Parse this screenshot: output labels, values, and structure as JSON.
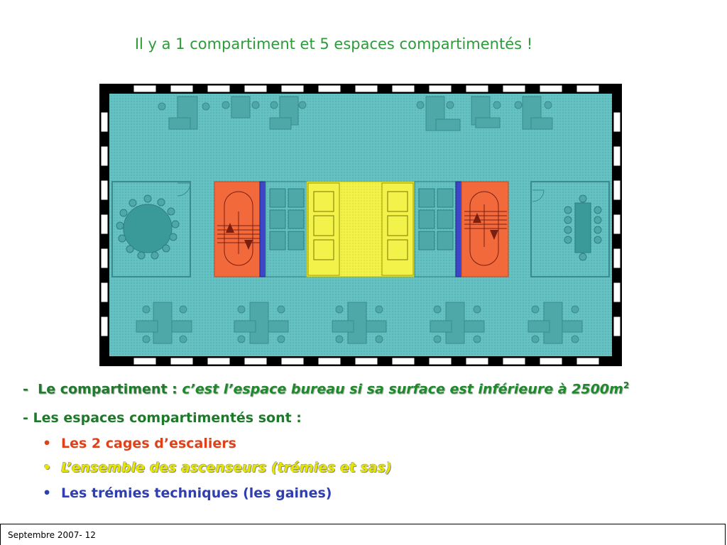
{
  "title": "Il y a 1 compartiment et  5 espaces compartimentés !",
  "lines": {
    "line1_dash": "-",
    "line1_lead": "Le compartiment  :",
    "line1_rest": "c’est l’espace bureau si sa surface est inférieure à 2500m",
    "line1_sup": "2",
    "line2": "-  Les espaces compartimentés sont :"
  },
  "bullets": [
    {
      "symbol": "•",
      "text": "Les 2 cages d’escaliers"
    },
    {
      "symbol": "•",
      "text": "L’ensemble des ascenseurs (trémies et sas)"
    },
    {
      "symbol": "•",
      "text": "Les trémies techniques (les gaines)"
    }
  ],
  "footer": "Septembre 2007- 12",
  "colors": {
    "floor": "#66c2c2",
    "wall": "#000000",
    "stairs": "#f26a3c",
    "elevators": "#f2f24a",
    "ducts": "#3d46c8",
    "title": "#2e9a3a"
  }
}
